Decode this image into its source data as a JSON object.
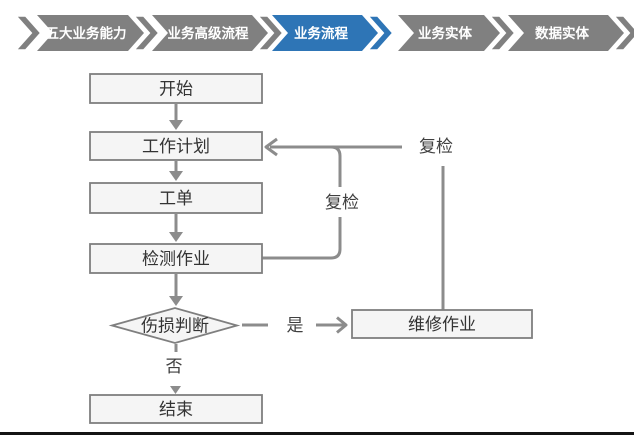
{
  "nav": {
    "items": [
      {
        "label": "五大业务能力",
        "color": "#808080",
        "selected": false
      },
      {
        "label": "业务高级流程",
        "color": "#808080",
        "selected": false
      },
      {
        "label": "业务流程",
        "color": "#2e75b6",
        "selected": true
      },
      {
        "label": "业务实体",
        "color": "#808080",
        "selected": false
      },
      {
        "label": "数据实体",
        "color": "#808080",
        "selected": false
      }
    ],
    "selected_color": "#2e75b6",
    "default_color": "#808080"
  },
  "flowchart": {
    "nodes": {
      "start": {
        "label": "开始",
        "shape": "rectangle"
      },
      "plan": {
        "label": "工作计划",
        "shape": "rectangle"
      },
      "order": {
        "label": "工单",
        "shape": "rectangle"
      },
      "inspect": {
        "label": "检测作业",
        "shape": "rectangle"
      },
      "decision": {
        "label": "伤损判断",
        "shape": "diamond"
      },
      "repair": {
        "label": "维修作业",
        "shape": "rectangle"
      },
      "end": {
        "label": "结束",
        "shape": "rectangle"
      }
    },
    "edge_labels": {
      "recheck_inner": "复检",
      "recheck_outer": "复检",
      "yes": "是",
      "no": "否"
    },
    "colors": {
      "node_fill": "#f5f5f5",
      "node_border": "#7f7f7f",
      "connector": "#8c8c8c",
      "label_text": "#404040"
    }
  }
}
